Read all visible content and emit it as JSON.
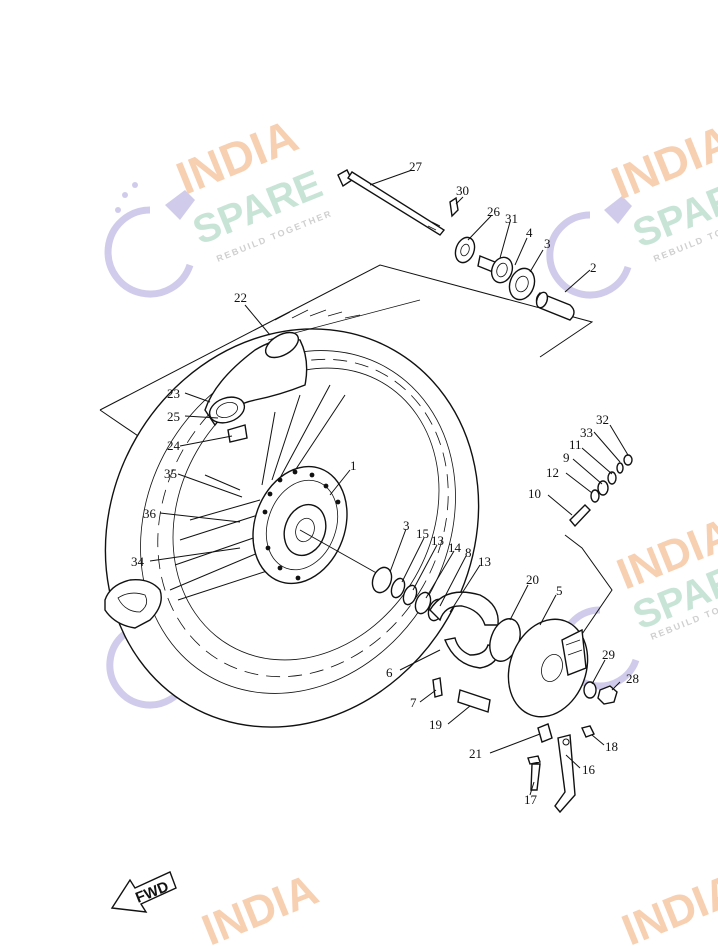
{
  "watermark": {
    "line1": "INDIA",
    "line2": "SPARE",
    "tagline": "REBUILD TOGETHER",
    "color1": "#f6c7a4",
    "color2": "#bfe0cf",
    "icon_color": "#c9c3e8"
  },
  "fwd_label": "FWD",
  "callouts": [
    {
      "id": "1",
      "label": "1"
    },
    {
      "id": "2",
      "label": "2"
    },
    {
      "id": "3a",
      "label": "3"
    },
    {
      "id": "3b",
      "label": "3"
    },
    {
      "id": "4",
      "label": "4"
    },
    {
      "id": "5",
      "label": "5"
    },
    {
      "id": "6",
      "label": "6"
    },
    {
      "id": "7",
      "label": "7"
    },
    {
      "id": "8",
      "label": "8"
    },
    {
      "id": "9",
      "label": "9"
    },
    {
      "id": "10",
      "label": "10"
    },
    {
      "id": "11",
      "label": "11"
    },
    {
      "id": "12",
      "label": "12"
    },
    {
      "id": "13a",
      "label": "13"
    },
    {
      "id": "13b",
      "label": "13"
    },
    {
      "id": "14",
      "label": "14"
    },
    {
      "id": "15",
      "label": "15"
    },
    {
      "id": "16",
      "label": "16"
    },
    {
      "id": "17",
      "label": "17"
    },
    {
      "id": "18",
      "label": "18"
    },
    {
      "id": "19",
      "label": "19"
    },
    {
      "id": "20",
      "label": "20"
    },
    {
      "id": "21",
      "label": "21"
    },
    {
      "id": "22",
      "label": "22"
    },
    {
      "id": "23",
      "label": "23"
    },
    {
      "id": "24",
      "label": "24"
    },
    {
      "id": "25",
      "label": "25"
    },
    {
      "id": "26",
      "label": "26"
    },
    {
      "id": "27",
      "label": "27"
    },
    {
      "id": "28",
      "label": "28"
    },
    {
      "id": "29",
      "label": "29"
    },
    {
      "id": "30",
      "label": "30"
    },
    {
      "id": "31",
      "label": "31"
    },
    {
      "id": "32",
      "label": "32"
    },
    {
      "id": "33",
      "label": "33"
    },
    {
      "id": "34",
      "label": "34"
    },
    {
      "id": "35",
      "label": "35"
    },
    {
      "id": "36",
      "label": "36"
    }
  ]
}
